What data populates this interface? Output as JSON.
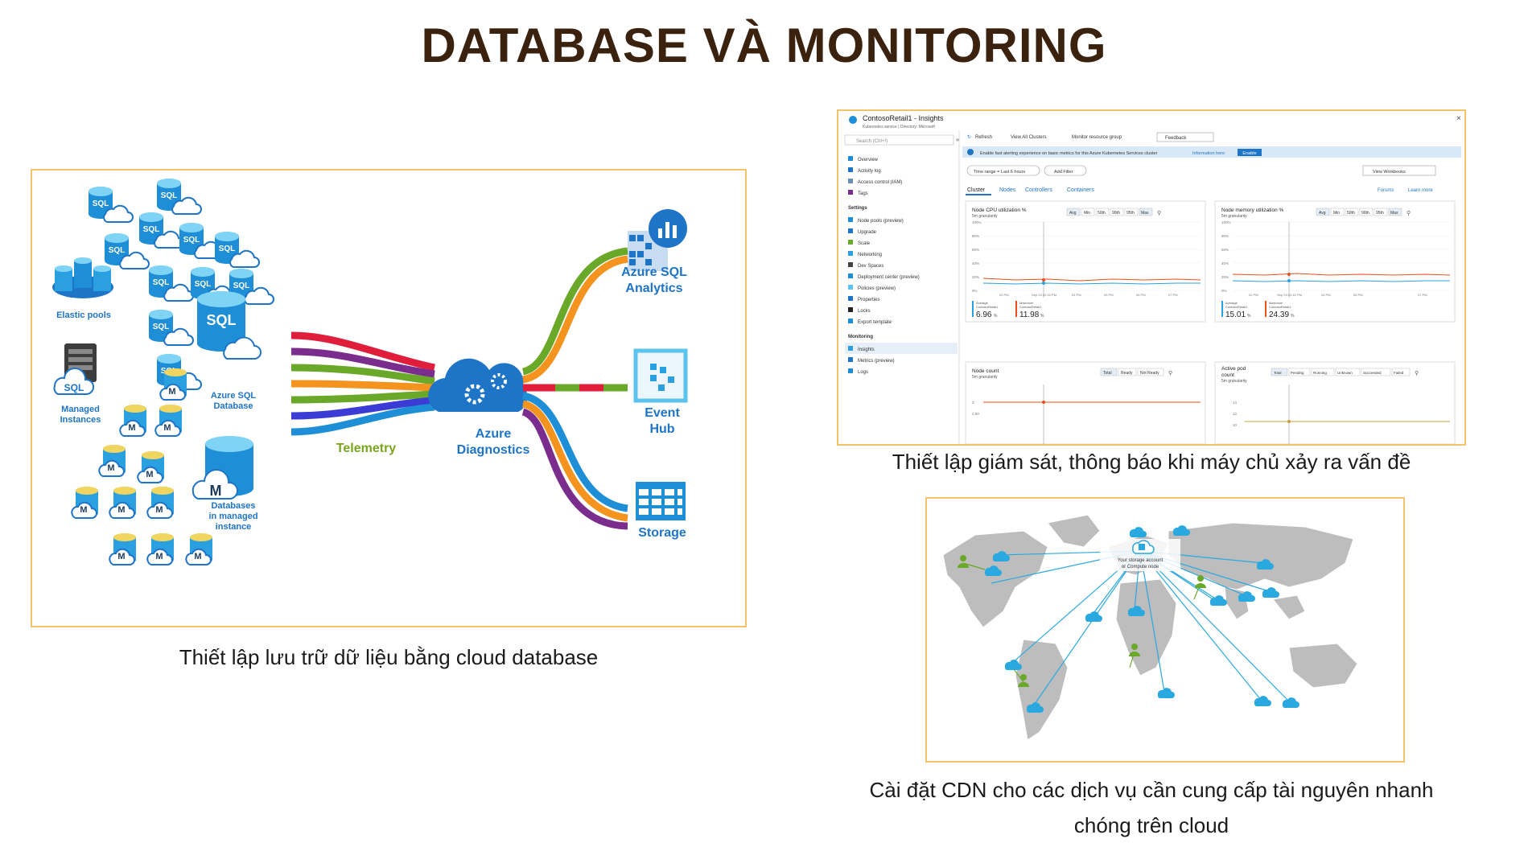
{
  "page": {
    "title": "DATABASE VÀ MONITORING"
  },
  "panel_database": {
    "caption": "Thiết lập lưu trữ dữ liệu bằng cloud database",
    "sql_text": "SQL",
    "managed_text": "M",
    "elastic_pools_label": "Elastic pools",
    "sql_database_label": [
      "Azure SQL",
      "Database"
    ],
    "managed_instances_label": [
      "Managed",
      "Instances"
    ],
    "databases_managed_label": [
      "Databases",
      "in managed",
      "instance"
    ],
    "telemetry_label": "Telemetry",
    "diagnostics_label": [
      "Azure",
      "Diagnostics"
    ],
    "analytics_label": [
      "Azure SQL",
      "Analytics"
    ],
    "eventhub_label": [
      "Event",
      "Hub"
    ],
    "storage_label": "Storage",
    "colors": {
      "accent_blue": "#1e74c6",
      "telemetry_green": "#7aa51e",
      "frame": "#f4c26a"
    }
  },
  "panel_monitoring": {
    "caption": "Thiết lập giám sát, thông báo khi máy chủ xảy ra vấn đề",
    "window_title": "ContosoRetail1 - Insights",
    "window_subtitle": "Kubernetes service  |  Directory: Microsoft",
    "search_placeholder": "Search (Ctrl+/)",
    "toolbar": [
      "Refresh",
      "View All Clusters",
      "Monitor resource group",
      "Feedback"
    ],
    "banner_text": "Enable fast alerting experience on basic metrics for this Azure Kubernetes Services cluster",
    "banner_link": "Information here",
    "banner_button": "Enable",
    "filter_time": "Time range = Last 6 hours",
    "filter_add": "Add Filter",
    "view_workbooks": "View Workbooks",
    "tabs": [
      "Cluster",
      "Nodes",
      "Controllers",
      "Containers"
    ],
    "forums_label": "Forums",
    "learn_more_label": "Learn more",
    "sidebar_top": [
      "Overview",
      "Activity log",
      "Access control (IAM)",
      "Tags"
    ],
    "sidebar_settings_header": "Settings",
    "sidebar_settings": [
      "Node pools (preview)",
      "Upgrade",
      "Scale",
      "Networking",
      "Dev Spaces",
      "Deployment center (preview)",
      "Policies (preview)",
      "Properties",
      "Locks",
      "Export template"
    ],
    "sidebar_monitoring_header": "Monitoring",
    "sidebar_monitoring": [
      "Insights",
      "Metrics (preview)",
      "Logs"
    ],
    "cpu_chart": {
      "title": "Node CPU utilization %",
      "sub": "5m granularity",
      "buttons": [
        "Avg",
        "Min",
        "50th",
        "90th",
        "95th",
        "Max"
      ],
      "yticks": [
        "100%",
        "80%",
        "60%",
        "40%",
        "20%",
        "0%"
      ],
      "xticks": [
        "02 PM",
        "Sep 03 02:40 PM",
        "04 PM",
        "05 PM",
        "06 PM",
        "07 PM"
      ],
      "avg_label": "Average",
      "avg_name": "ContosoRetail1",
      "avg_value": "6.96",
      "avg_unit": "%",
      "max_label": "Maximum",
      "max_name": "ContosoRetail1",
      "max_value": "11.98",
      "max_unit": "%"
    },
    "mem_chart": {
      "title": "Node memory utilization %",
      "sub": "5m granularity",
      "buttons": [
        "Avg",
        "Min",
        "50th",
        "90th",
        "95th",
        "Max"
      ],
      "yticks": [
        "100%",
        "80%",
        "60%",
        "40%",
        "20%",
        "0%"
      ],
      "xticks": [
        "02 PM",
        "Sep 03 02:40 PM",
        "04 PM",
        "05 PM",
        "07 PM"
      ],
      "avg_label": "Average",
      "avg_name": "ContosoRetail1",
      "avg_value": "15.01",
      "avg_unit": "%",
      "max_label": "Maximum",
      "max_name": "ContosoRetail1",
      "max_value": "24.39",
      "max_unit": "%"
    },
    "node_count": {
      "title": "Node count",
      "sub": "5m granularity",
      "buttons": [
        "Total",
        "Ready",
        "Not Ready"
      ],
      "yticks": [
        "3",
        "2.50"
      ]
    },
    "active_pod": {
      "title": "Active pod count",
      "sub": "5m granularity",
      "buttons": [
        "Total",
        "Pending",
        "Running",
        "Unknown",
        "Succeeded",
        "Failed"
      ],
      "yticks": [
        "14",
        "12",
        "10"
      ]
    }
  },
  "panel_cdn": {
    "caption": [
      "Cài đặt CDN cho các dịch vụ cần cung cấp tài nguyên nhanh",
      "chóng trên cloud"
    ],
    "origin_label": [
      "Your storage account",
      "or Compute node"
    ]
  }
}
